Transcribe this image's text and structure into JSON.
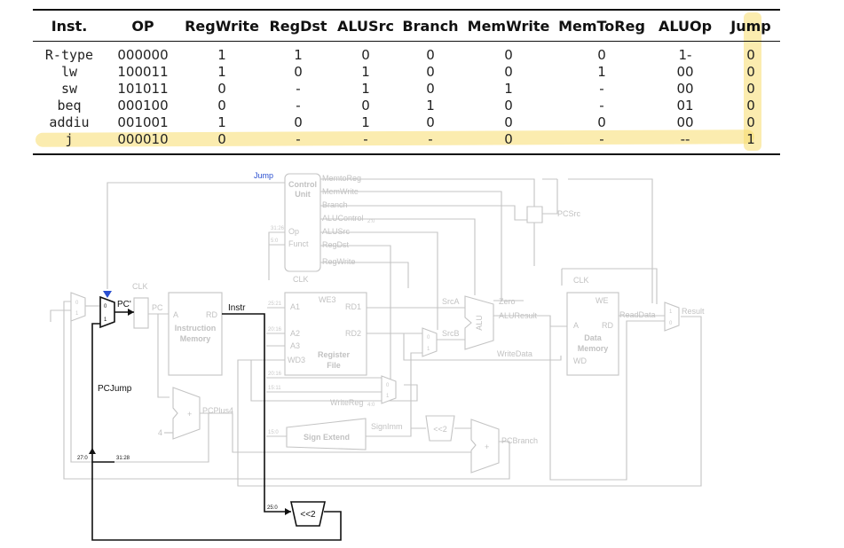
{
  "table": {
    "headers": [
      "Inst.",
      "OP",
      "RegWrite",
      "RegDst",
      "ALUSrc",
      "Branch",
      "MemWrite",
      "MemToReg",
      "ALUOp",
      "Jump"
    ],
    "rows": [
      [
        "R-type",
        "000000",
        "1",
        "1",
        "0",
        "0",
        "0",
        "0",
        "1-",
        "0"
      ],
      [
        "lw",
        "100011",
        "1",
        "0",
        "1",
        "0",
        "0",
        "1",
        "00",
        "0"
      ],
      [
        "sw",
        "101011",
        "0",
        "-",
        "1",
        "0",
        "1",
        "-",
        "00",
        "0"
      ],
      [
        "beq",
        "000100",
        "0",
        "-",
        "0",
        "1",
        "0",
        "-",
        "01",
        "0"
      ],
      [
        "addiu",
        "001001",
        "1",
        "0",
        "1",
        "0",
        "0",
        "0",
        "00",
        "0"
      ],
      [
        "j",
        "000010",
        "0",
        "-",
        "-",
        "-",
        "0",
        "-",
        "--",
        "1"
      ]
    ],
    "highlight_color": "#f7dc6e"
  },
  "diagram": {
    "jump": "Jump",
    "control_unit": [
      "Control",
      "Unit"
    ],
    "op": "Op",
    "funct": "Funct",
    "op_bits": "31:26",
    "funct_bits": "5:0",
    "ctrl_signals": [
      "MemtoReg",
      "MemWrite",
      "Branch",
      "ALUControl",
      "ALUSrc",
      "RegDst",
      "RegWrite"
    ],
    "alu_ctrl_bits": "2:0",
    "pcsrc": "PCSrc",
    "clk": "CLK",
    "pc_prime": "PC'",
    "pc": "PC",
    "mux_0": "0",
    "mux_1": "1",
    "a": "A",
    "rd": "RD",
    "instr_mem": [
      "Instruction",
      "Memory"
    ],
    "instr": "Instr",
    "rs_bits": "25:21",
    "rt_bits": "20:16",
    "rd_bits": "15:11",
    "imm_bits": "15:0",
    "jaddr_bits": "25:0",
    "pc_hi_bits": "31:28",
    "concat_bits": "27:0",
    "we3": "WE3",
    "a1": "A1",
    "a2": "A2",
    "a3": "A3",
    "wd3": "WD3",
    "rd1": "RD1",
    "rd2": "RD2",
    "reg_file": [
      "Register",
      "File"
    ],
    "srca": "SrcA",
    "srcb": "SrcB",
    "zero": "Zero",
    "alu": "ALU",
    "alu_result": "ALUResult",
    "write_data": "WriteData",
    "we": "WE",
    "wd": "WD",
    "data_mem": [
      "Data",
      "Memory"
    ],
    "read_data": "ReadData",
    "result": "Result",
    "write_reg": "WriteReg",
    "write_reg_bits": "4:0",
    "sign_extend": "Sign Extend",
    "signimm": "SignImm",
    "shift2": "<<2",
    "pc_branch": "PCBranch",
    "pc_plus4": "PCPlus4",
    "four": "4",
    "plus": "+",
    "pc_jump": "PCJump"
  }
}
